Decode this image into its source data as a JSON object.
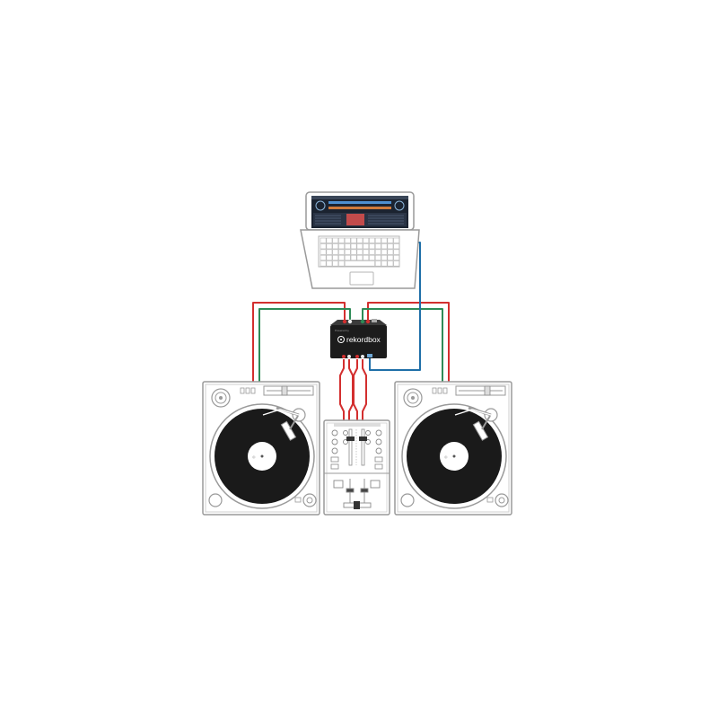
{
  "interface": {
    "brand_label": "rekordbox",
    "brand_small": "Powered by"
  },
  "colors": {
    "background": "#ffffff",
    "outline": "#9a9a9a",
    "record": "#1a1a1a",
    "interface_body": "#1c1c1c",
    "cable_audio": "#d32f2f",
    "cable_control": "#2e8b57",
    "cable_usb": "#1f6fa8",
    "laptop_screen": "#1b2330"
  },
  "devices": {
    "laptop": "laptop-computer",
    "interface": "audio-interface",
    "left_deck": "turntable-left",
    "right_deck": "turntable-right",
    "mixer": "dj-mixer"
  }
}
